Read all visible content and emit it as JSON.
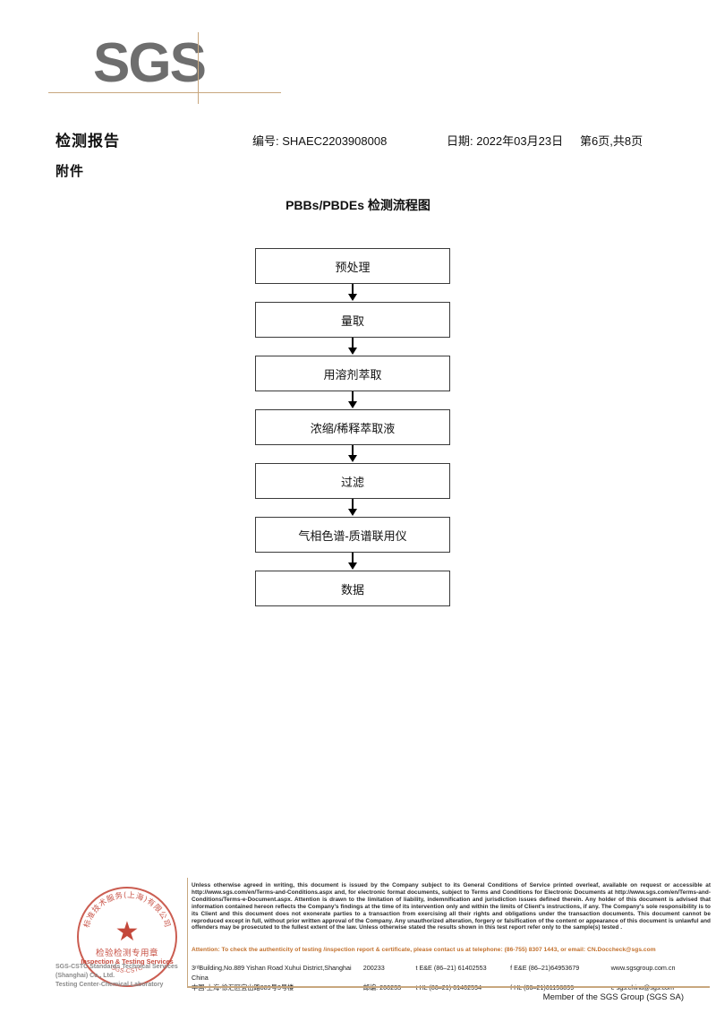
{
  "logo": {
    "text": "SGS",
    "accent_color": "#c8a77e",
    "logo_color": "#6e6e6e"
  },
  "header": {
    "title": "检测报告",
    "subtitle": "附件",
    "report_no": "编号: SHAEC2203908008",
    "date": "日期: 2022年03月23日",
    "page": "第6页,共8页"
  },
  "flowchart": {
    "title": "PBBs/PBDEs 检测流程图",
    "steps": [
      {
        "label": "预处理"
      },
      {
        "label": "量取"
      },
      {
        "label": "用溶剂萃取"
      },
      {
        "label": "浓缩/稀释萃取液"
      },
      {
        "label": "过滤"
      },
      {
        "label": "气相色谱-质谱联用仪"
      },
      {
        "label": "数据"
      }
    ]
  },
  "footer": {
    "disclaimer": "Unless otherwise agreed in writing, this document is issued by the Company subject to its General Conditions of Service printed overleaf, available on request or accessible at http://www.sgs.com/en/Terms-and-Conditions.aspx and, for electronic format documents, subject to Terms and Conditions for Electronic Documents at http://www.sgs.com/en/Terms-and-Conditions/Terms-e-Document.aspx. Attention is drawn to the limitation of liability, indemnification and jurisdiction issues defined therein. Any holder of this document is advised that information contained hereon reflects the Company's findings at the time of its intervention only and within the limits of Client's instructions, if any. The Company's sole responsibility is to its Client and this document does not exonerate parties to a transaction from exercising all their rights and obligations under the transaction documents. This document cannot be reproduced except in full, without prior written approval of the Company. Any unauthorized alteration, forgery or falsification of the content or appearance of this document is unlawful and offenders may be prosecuted to the fullest extent of the law. Unless otherwise stated the results shown in this test report refer only to the sample(s) tested .",
    "attention": "Attention: To check the authenticity of testing /inspection report & certificate, please contact us at telephone: (86-755) 8307 1443, or email: CN.Doccheck@sgs.com",
    "attention_color": "#c2702c",
    "address_en": "3ʳᵈBuilding,No.889 Yishan Road Xuhui District,Shanghai China",
    "postcode_en": "200233",
    "address_cn": "中国·上海·徐汇区宜山路889号3号楼",
    "postcode_cn": "邮编: 200233",
    "tel_ee": "t E&E (86–21) 61402553",
    "fax_ee": "f E&E (86–21)64953679",
    "web": "www.sgsgroup.com.cn",
    "tel_hl": "t HL (86–21) 61402594",
    "fax_hl": "f HL (86–21)61156899",
    "email": "e  sgs.china@sgs.com",
    "member": "Member of the SGS Group (SGS SA)"
  },
  "stamp": {
    "cn_text": "检验检测专用章",
    "en_text": "Inspection & Testing Services",
    "arc_top": "标准技术服务(上海)有限公司",
    "arc_bottom": "SGS-CSTC",
    "star": "★",
    "color": "#c0392b"
  },
  "lab": {
    "name_line1": "SGS-CSTC Standards Technical Services (Shanghai) Co., Ltd.",
    "name_line2": "Testing Center-Chemical Laboratory"
  }
}
